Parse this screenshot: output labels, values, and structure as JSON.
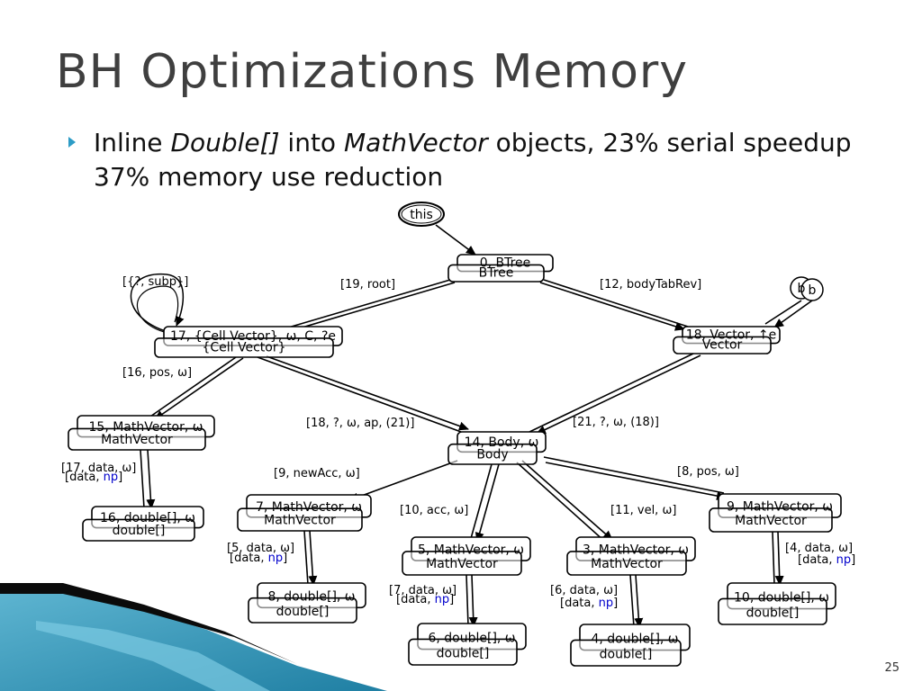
{
  "slide": {
    "title": "BH Optimizations Memory",
    "bullet": {
      "t1": "Inline ",
      "t2": "Double[]",
      "t3": " into ",
      "t4": "MathVector",
      "t5": " objects, 23% serial speedup 37% memory use reduction"
    },
    "page_number": "25"
  },
  "colors": {
    "bullet": "#2d9cc6",
    "title": "#3f3f3f",
    "np_label": "#0000cc",
    "decor_teal": "#2a8fb0"
  },
  "diagram": {
    "nodes": [
      {
        "id": "this",
        "lines": [
          "this"
        ],
        "shape": "ellipse"
      },
      {
        "id": "btree",
        "lines": [
          "0, BTree",
          "BTree"
        ]
      },
      {
        "id": "cell",
        "lines": [
          "17, {Cell Vector}, ω, C, ?e",
          "{Cell Vector}"
        ]
      },
      {
        "id": "vector",
        "lines": [
          "18, Vector, ↑e",
          "Vector"
        ]
      },
      {
        "id": "b",
        "lines": [
          "b"
        ],
        "shape": "circle"
      },
      {
        "id": "mv15",
        "lines": [
          "15, MathVector, ω",
          "MathVector"
        ]
      },
      {
        "id": "d16",
        "lines": [
          "16, double[], ω",
          "double[]"
        ]
      },
      {
        "id": "body",
        "lines": [
          "14, Body, ω",
          "Body"
        ]
      },
      {
        "id": "mv7",
        "lines": [
          "7, MathVector, ω",
          "MathVector"
        ]
      },
      {
        "id": "d8",
        "lines": [
          "8, double[], ω",
          "double[]"
        ]
      },
      {
        "id": "mv5",
        "lines": [
          "5, MathVector, ω",
          "MathVector"
        ]
      },
      {
        "id": "d6",
        "lines": [
          "6, double[], ω",
          "double[]"
        ]
      },
      {
        "id": "mv3",
        "lines": [
          "3, MathVector, ω",
          "MathVector"
        ]
      },
      {
        "id": "d4",
        "lines": [
          "4, double[], ω",
          "double[]"
        ]
      },
      {
        "id": "mv9",
        "lines": [
          "9, MathVector, ω",
          "MathVector"
        ]
      },
      {
        "id": "d10",
        "lines": [
          "10, double[], ω",
          "double[]"
        ]
      }
    ],
    "edges": [
      {
        "from": "this",
        "to": "btree",
        "label": ""
      },
      {
        "from": "btree",
        "to": "cell",
        "label": "[19, root]"
      },
      {
        "from": "btree",
        "to": "vector",
        "label": "[12, bodyTabRev]"
      },
      {
        "from": "b",
        "to": "vector",
        "label": ""
      },
      {
        "from": "cell",
        "to": "cell",
        "label": "[{?, subp}]"
      },
      {
        "from": "cell",
        "to": "mv15",
        "label": "[16, pos, ω]"
      },
      {
        "from": "cell",
        "to": "body",
        "label": "[18, ?, ω, ap, (21)]"
      },
      {
        "from": "vector",
        "to": "body",
        "label": "[21, ?, ω, (18)]"
      },
      {
        "from": "mv15",
        "to": "d16",
        "label": "[17, data, ω]",
        "alt_label": "[data, np]"
      },
      {
        "from": "body",
        "to": "mv7",
        "label": "[9, newAcc, ω]"
      },
      {
        "from": "body",
        "to": "mv5",
        "label": "[10, acc, ω]"
      },
      {
        "from": "body",
        "to": "mv3",
        "label": "[11, vel, ω]"
      },
      {
        "from": "body",
        "to": "mv9",
        "label": "[8, pos, ω]"
      },
      {
        "from": "mv7",
        "to": "d8",
        "label": "[5, data, ω]",
        "alt_label": "[data, np]"
      },
      {
        "from": "mv5",
        "to": "d6",
        "label": "[7, data, ω]",
        "alt_label": "[data, np]"
      },
      {
        "from": "mv3",
        "to": "d4",
        "label": "[6, data, ω]",
        "alt_label": "[data, np]"
      },
      {
        "from": "mv9",
        "to": "d10",
        "label": "[4, data, ω]",
        "alt_label": "[data, np]"
      }
    ]
  }
}
